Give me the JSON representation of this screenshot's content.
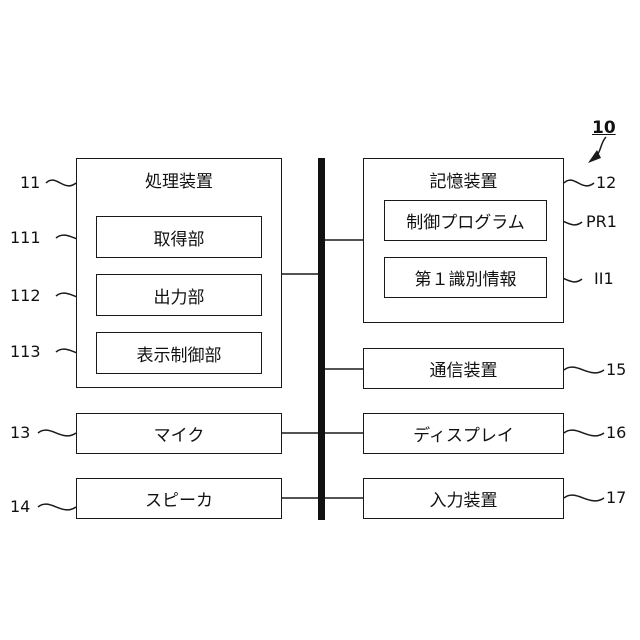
{
  "diagram": {
    "figure_ref": "10",
    "processing": {
      "title": "処理装置",
      "ref": "11"
    },
    "acquisition": {
      "title": "取得部",
      "ref": "111"
    },
    "output": {
      "title": "出力部",
      "ref": "112"
    },
    "display_control": {
      "title": "表示制御部",
      "ref": "113"
    },
    "storage": {
      "title": "記憶装置",
      "ref": "12"
    },
    "control_program": {
      "title": "制御プログラム",
      "ref": "PR1"
    },
    "first_id_info": {
      "title": "第１識別情報",
      "ref": "II1"
    },
    "communication": {
      "title": "通信装置",
      "ref": "15"
    },
    "microphone": {
      "title": "マイク",
      "ref": "13"
    },
    "display": {
      "title": "ディスプレイ",
      "ref": "16"
    },
    "speaker": {
      "title": "スピーカ",
      "ref": "14"
    },
    "input": {
      "title": "入力装置",
      "ref": "17"
    }
  }
}
